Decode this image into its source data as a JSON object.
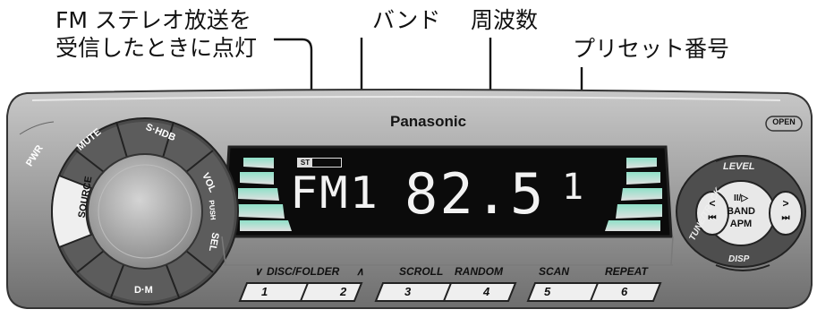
{
  "annotations": {
    "stereo_line1": "FM ステレオ放送を",
    "stereo_line2": "受信したときに点灯",
    "band": "バンド",
    "frequency": "周波数",
    "preset": "プリセット番号"
  },
  "brand": "Panasonic",
  "controls": {
    "open": "OPEN",
    "pwr": "PWR",
    "source": "SOURCE",
    "mute": "MUTE",
    "shdb": "S·HDB",
    "vol": "VOL",
    "push": "PUSH",
    "sel": "SEL",
    "dm": "D·M",
    "level": "LEVEL",
    "tune_track": "TUNE/TRACK",
    "band_line1": "II/▷",
    "band_line2": "BAND",
    "band_line3": "APM",
    "disp": "DISP",
    "prev_symbol": "<",
    "prev_skip": "⏮",
    "next_symbol": ">",
    "next_skip": "⏭"
  },
  "display": {
    "st_indicator": "ST",
    "band": "FM1",
    "frequency": "82.5",
    "preset": "1"
  },
  "function_labels": {
    "disc_folder": "DISC/FOLDER",
    "down_arrow": "∨",
    "up_arrow": "∧",
    "scroll": "SCROLL",
    "random": "RANDOM",
    "scan": "SCAN",
    "repeat": "REPEAT"
  },
  "presets": [
    "1",
    "2",
    "3",
    "4",
    "5",
    "6"
  ],
  "colors": {
    "body": "#9a9a9a",
    "display_bg": "#0b0b0b",
    "segment": "#f2f2f2",
    "knob": "#b4b4b4",
    "ring": "#4a4a4a"
  }
}
